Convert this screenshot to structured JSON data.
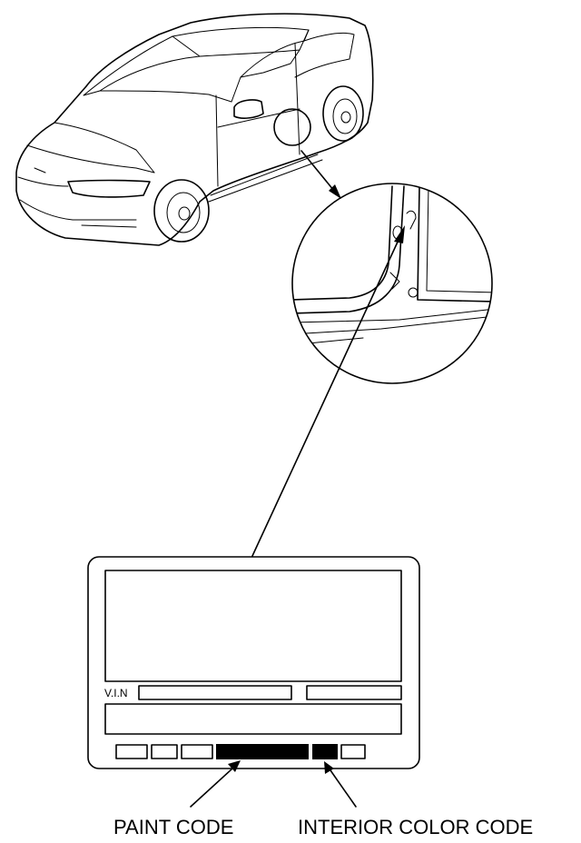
{
  "labels": {
    "paint_code": "PAINT CODE",
    "interior_color_code": "INTERIOR COLOR CODE",
    "vin": "V.I.N"
  },
  "colors": {
    "line": "#000000",
    "background": "#ffffff"
  }
}
